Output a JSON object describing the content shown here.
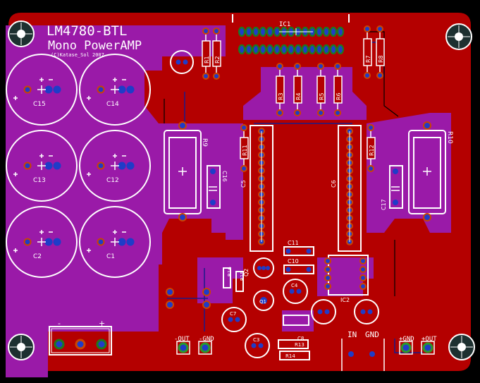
{
  "board": {
    "title": "LM4780-BTL",
    "subtitle": "Mono PowerAMP",
    "credit": "(C)Katase_Sol 2007"
  },
  "labels": {
    "ic1": "IC1",
    "ic2": "IC2",
    "c15": "C15",
    "c14": "C14",
    "c13": "C13",
    "c12": "C12",
    "c2": "C2",
    "c1": "C1",
    "c16": "C16",
    "c17": "C17",
    "c11": "C11",
    "c10": "C10",
    "c5": "C5",
    "c6": "C6",
    "c7": "C7",
    "c3": "C3",
    "c4": "C4",
    "c8": "C8",
    "r1": "R1",
    "r2": "R2",
    "r3": "R3",
    "r4": "R4",
    "r5": "R5",
    "r6": "R6",
    "r7": "R7",
    "r8": "R8",
    "r9": "R9",
    "r10": "R10",
    "r11": "R11",
    "r12": "R12",
    "r13": "R13",
    "r14": "R14",
    "r15": "R15",
    "r16": "R16",
    "q1": "Q1",
    "q2": "Q2",
    "conn_power": [
      "-",
      "+"
    ],
    "out_neg": "-OUT",
    "out_gnd": "-GND",
    "in_label": "IN",
    "in_gnd": "GND",
    "plus_gnd": "+GND",
    "plus_out": "+OUT"
  },
  "colors": {
    "board_bg": "#000000",
    "copper_top": "#b40000",
    "copper_bottom": "#9a1aa8",
    "silkscreen": "#ffffff",
    "pad": "#1f3cc8",
    "pad_ring": "#cc4400",
    "via_green": "#1d7a1d"
  }
}
